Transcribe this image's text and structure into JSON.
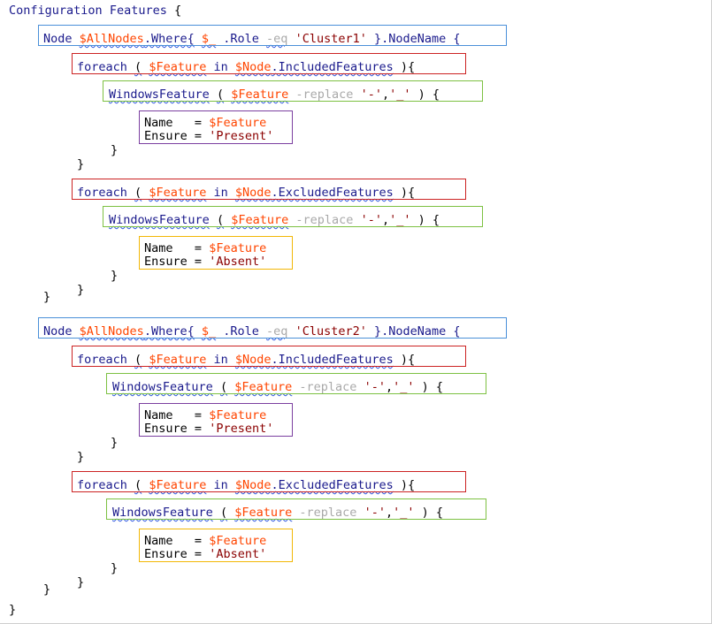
{
  "colors": {
    "keyword": "#1a1a8c",
    "variable": "#ff4500",
    "string": "#8b0000",
    "operator": "#a9a9a9",
    "box_node": "#4a90d9",
    "box_foreach": "#cc2222",
    "box_windowsfeature": "#7dc142",
    "box_present": "#7b3fa0",
    "box_absent": "#f2b705"
  },
  "tokens": {
    "configuration": "Configuration",
    "config_name": "Features",
    "open_brace": "{",
    "close_brace": "}",
    "node": "Node",
    "allnodes": "$AllNodes",
    "where": ".Where{",
    "underscore": "$_",
    "role": ".Role",
    "eq": "-eq",
    "cluster1": "'Cluster1'",
    "cluster2": "'Cluster2'",
    "nodename_suffix": "}.NodeName {",
    "foreach": "foreach",
    "paren_open": "(",
    "feature_var": "$Feature",
    "in": "in",
    "node_var": "$Node",
    "included": ".IncludedFeatures",
    "excluded": ".ExcludedFeatures",
    "paren_close_brace": ") {",
    "paren_close_brace_tight": "){",
    "windowsfeature": "WindowsFeature",
    "replace": "-replace",
    "dash_str": "'-'",
    "comma": ",",
    "under_str": "'_'",
    "name_key": "Name",
    "ensure_key": "Ensure",
    "equals": "=",
    "present": "'Present'",
    "absent": "'Absent'"
  }
}
